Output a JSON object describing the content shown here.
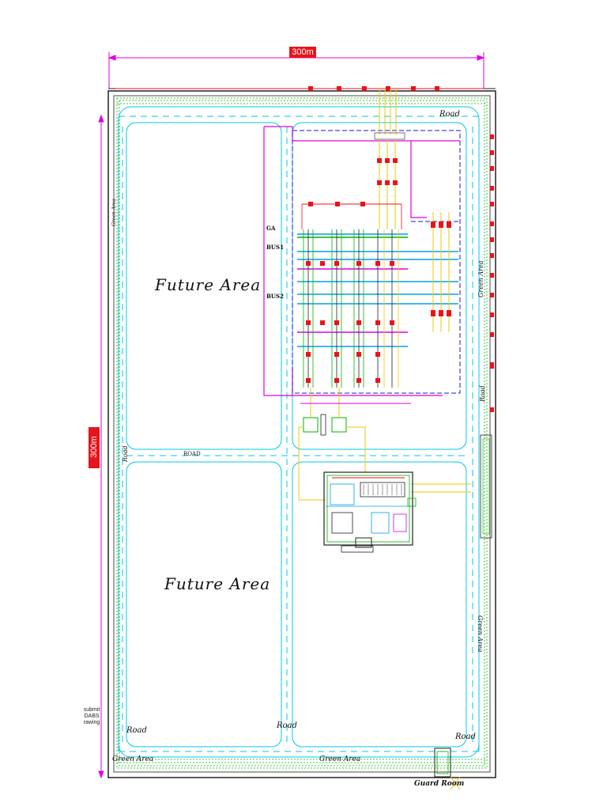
{
  "dimensions": {
    "width_label": "300m",
    "height_label": "300m"
  },
  "areas": {
    "future_area_1": "Future Area",
    "future_area_2": "Future Area"
  },
  "roads": {
    "road_top_right": "Road",
    "road_mid": "ROAD",
    "road_bottom_left": "Road",
    "road_bottom_mid": "Road",
    "road_bottom_right": "Road",
    "road_left_vertical": "Road",
    "road_right_vertical": "Road"
  },
  "green_areas": {
    "bottom_left": "Green Area",
    "bottom_mid": "Green Area",
    "right_upper": "Green Area",
    "right_lower": "Green Area",
    "left_vertical": "Green Area"
  },
  "guard_room": "Guard Room",
  "buses": {
    "ga": "GA",
    "bus1": "BUS1",
    "bus2": "BUS2"
  },
  "note": "submit DABS rawing",
  "colors": {
    "boundary": "#222222",
    "road": "#00c8e8",
    "green_area": "#00b400",
    "fence": "#e000e0",
    "switchgear": "#e8141c",
    "bus": "#00a0e8",
    "conductor": "#f0c800",
    "dimension": "#e8141c"
  }
}
